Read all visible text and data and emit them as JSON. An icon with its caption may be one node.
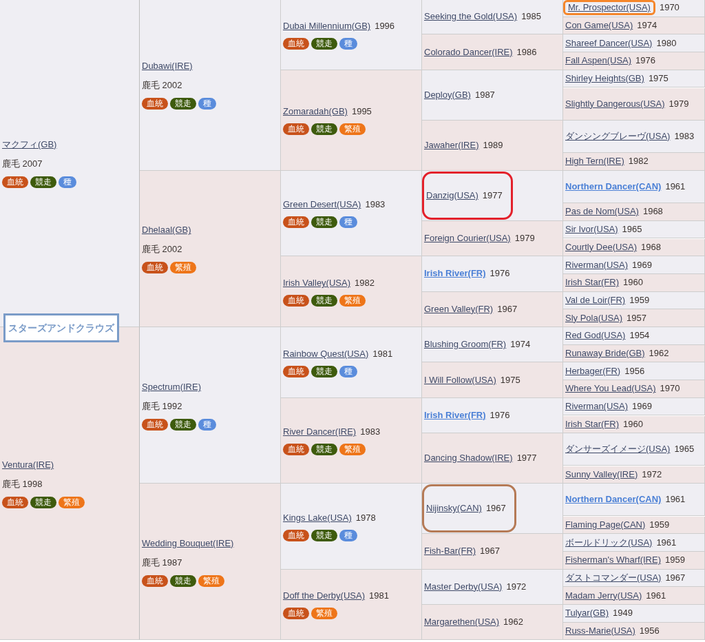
{
  "diagram": {
    "nodes": [
      {
        "text": [
          "スターズアンドクラウズ"
        ]
      },
      {
        "text": [
          "マクフィ(GB)",
          "鹿毛 2007"
        ]
      },
      {
        "text": [
          "血統"
        ],
        "in": 1
      },
      {
        "text": [
          "競走"
        ],
        "in": 1
      },
      {
        "text": [
          "種"
        ],
        "in": 1
      },
      {
        "text": [
          "Dubawi(IRE)",
          "鹿毛 2002"
        ]
      },
      {
        "text": [
          "血統"
        ],
        "in": 5
      },
      {
        "text": [
          "競走"
        ],
        "in": 5
      },
      {
        "text": [
          "種"
        ],
        "in": 5
      },
      {
        "text": [
          "Dubai Millennium(GB)",
          "1996"
        ]
      },
      {
        "text": [
          "血統"
        ],
        "in": 9
      },
      {
        "text": [
          "競走"
        ],
        "in": 9
      },
      {
        "text": [
          "種"
        ],
        "in": 9
      },
      {
        "text": [
          "Seeking the Gold(USA)",
          "1985"
        ]
      },
      {
        "text": [
          "1970"
        ]
      },
      {
        "text": [
          "Mr. Prospector(USA)"
        ],
        "in": 14
      },
      {
        "text": [
          "Con Game(USA)",
          "1974"
        ]
      },
      {
        "text": [
          "Colorado Dancer(IRE)",
          "1986"
        ]
      },
      {
        "text": [
          "Shareef Dancer(USA)",
          "1980"
        ]
      },
      {
        "text": [
          "Fall Aspen(USA)",
          "1976"
        ]
      },
      {
        "text": [
          "Zomaradah(GB)",
          "1995"
        ]
      },
      {
        "text": [
          "血統"
        ],
        "in": 20
      },
      {
        "text": [
          "競走"
        ],
        "in": 20
      },
      {
        "text": [
          "繁殖"
        ],
        "in": 20
      },
      {
        "text": [
          "Deploy(GB)",
          "1987"
        ]
      },
      {
        "text": [
          "Shirley Heights(GB)",
          "1975"
        ]
      },
      {
        "text": [
          "Slightly Dangerous(USA)",
          "1979"
        ]
      },
      {
        "text": [
          "Jawaher(IRE)",
          "1989"
        ]
      },
      {
        "text": [
          "ダンシングブレーヴ(USA)",
          "1983"
        ]
      },
      {
        "text": [
          "High Tern(IRE)",
          "1982"
        ]
      },
      {
        "text": [
          "Dhelaal(GB)",
          "鹿毛 2002"
        ]
      },
      {
        "text": [
          "血統"
        ],
        "in": 30
      },
      {
        "text": [
          "繁殖"
        ],
        "in": 30
      },
      {
        "text": [
          "Green Desert(USA)",
          "1983"
        ]
      },
      {
        "text": [
          "血統"
        ],
        "in": 33
      },
      {
        "text": [
          "競走"
        ],
        "in": 33
      },
      {
        "text": [
          "種"
        ],
        "in": 33
      },
      {
        "text": [],
        "shape": "box"
      },
      {
        "text": [
          "Danzig(USA)",
          "1977"
        ],
        "in": 37
      },
      {
        "text": [
          "Northern Dancer(CAN)",
          "1961"
        ]
      },
      {
        "text": [
          "Pas de Nom(USA)",
          "1968"
        ]
      },
      {
        "text": [
          "Foreign Courier(USA)",
          "1979"
        ]
      },
      {
        "text": [
          "Sir Ivor(USA)",
          "1965"
        ]
      },
      {
        "text": [
          "Courtly Dee(USA)",
          "1968"
        ]
      },
      {
        "text": [
          "Irish Valley(USA)",
          "1982"
        ]
      },
      {
        "text": [
          "血統"
        ],
        "in": 44
      },
      {
        "text": [
          "競走"
        ],
        "in": 44
      },
      {
        "text": [
          "繁殖"
        ],
        "in": 44
      },
      {
        "text": [
          "Irish River(FR)",
          "1976"
        ]
      },
      {
        "text": [
          "Riverman(USA)",
          "1969"
        ]
      },
      {
        "text": [
          "Irish Star(FR)",
          "1960"
        ]
      },
      {
        "text": [
          "Green Valley(FR)",
          "1967"
        ]
      },
      {
        "text": [
          "Val de Loir(FR)",
          "1959"
        ]
      },
      {
        "text": [
          "Sly Pola(USA)",
          "1957"
        ]
      },
      {
        "text": [
          "Ventura(IRE)",
          "鹿毛 1998"
        ]
      },
      {
        "text": [
          "血統"
        ],
        "in": 54
      },
      {
        "text": [
          "競走"
        ],
        "in": 54
      },
      {
        "text": [
          "繁殖"
        ],
        "in": 54
      },
      {
        "text": [
          "Spectrum(IRE)",
          "鹿毛 1992"
        ]
      },
      {
        "text": [
          "血統"
        ],
        "in": 58
      },
      {
        "text": [
          "競走"
        ],
        "in": 58
      },
      {
        "text": [
          "種"
        ],
        "in": 58
      },
      {
        "text": [
          "Rainbow Quest(USA)",
          "1981"
        ]
      },
      {
        "text": [
          "血統"
        ],
        "in": 62
      },
      {
        "text": [
          "競走"
        ],
        "in": 62
      },
      {
        "text": [
          "種"
        ],
        "in": 62
      },
      {
        "text": [
          "Blushing Groom(FR)",
          "1974"
        ]
      },
      {
        "text": [
          "Red God(USA)",
          "1954"
        ]
      },
      {
        "text": [
          "Runaway Bride(GB)",
          "1962"
        ]
      },
      {
        "text": [
          "I Will Follow(USA)",
          "1975"
        ]
      },
      {
        "text": [
          "Herbager(FR)",
          "1956"
        ]
      },
      {
        "text": [
          "Where You Lead(USA)",
          "1970"
        ]
      },
      {
        "text": [
          "River Dancer(IRE)",
          "1983"
        ]
      },
      {
        "text": [
          "血統"
        ],
        "in": 72
      },
      {
        "text": [
          "競走"
        ],
        "in": 72
      },
      {
        "text": [
          "繁殖"
        ],
        "in": 72
      },
      {
        "text": [
          "Irish River(FR)",
          "1976"
        ]
      },
      {
        "text": [
          "Riverman(USA)",
          "1969"
        ]
      },
      {
        "text": [
          "Irish Star(FR)",
          "1960"
        ]
      },
      {
        "text": [
          "Dancing Shadow(IRE)",
          "1977"
        ]
      },
      {
        "text": [
          "ダンサーズイメージ(USA)",
          "1965"
        ]
      },
      {
        "text": [
          "Sunny Valley(IRE)",
          "1972"
        ]
      },
      {
        "text": [
          "Wedding Bouquet(IRE)",
          "鹿毛 1987"
        ]
      },
      {
        "text": [
          "血統"
        ],
        "in": 82
      },
      {
        "text": [
          "競走"
        ],
        "in": 82
      },
      {
        "text": [
          "繁殖"
        ],
        "in": 82
      },
      {
        "text": [
          "Kings Lake(USA)",
          "1978"
        ]
      },
      {
        "text": [
          "血統"
        ],
        "in": 86
      },
      {
        "text": [
          "競走"
        ],
        "in": 86
      },
      {
        "text": [
          "種"
        ],
        "in": 86
      },
      {
        "text": [],
        "shape": "box"
      },
      {
        "text": [
          "Nijinsky(CAN)",
          "1967"
        ],
        "in": 90
      },
      {
        "text": [
          "Northern Dancer(CAN)",
          "1961"
        ]
      },
      {
        "text": [
          "Flaming Page(CAN)",
          "1959"
        ]
      },
      {
        "text": [
          "Fish-Bar(FR)",
          "1967"
        ]
      },
      {
        "text": [
          "ボールドリック(USA)",
          "1961"
        ]
      },
      {
        "text": [
          "Fisherman's Wharf(IRE)",
          "1959"
        ]
      },
      {
        "text": [
          "Doff the Derby(USA)",
          "1981"
        ]
      },
      {
        "text": [
          "血統"
        ],
        "in": 97
      },
      {
        "text": [
          "繁殖"
        ],
        "in": 97
      },
      {
        "text": [
          "Master Derby(USA)",
          "1972"
        ]
      },
      {
        "text": [
          "ダストコマンダー(USA)",
          "1967"
        ]
      },
      {
        "text": [
          "Madam Jerry(USA)",
          "1961"
        ]
      },
      {
        "text": [
          "Margarethen(USA)",
          "1962"
        ]
      },
      {
        "text": [
          "Tulyar(GB)",
          "1949"
        ]
      },
      {
        "text": [
          "Russ-Marie(USA)",
          "1956"
        ]
      }
    ]
  }
}
